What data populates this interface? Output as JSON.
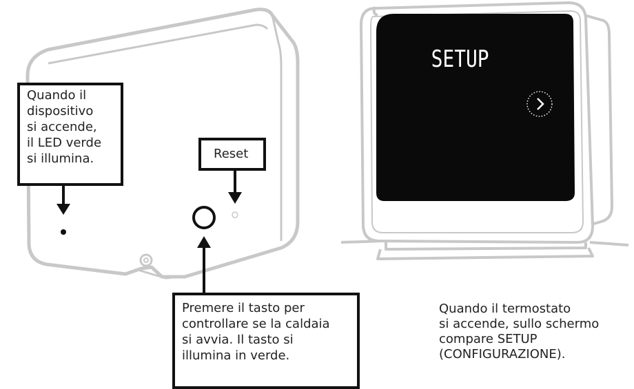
{
  "callouts": {
    "led": "Quando il\ndispositivo\nsi accende,\nil LED verde\nsi illumina.",
    "reset": "Reset",
    "button": "Premere il tasto per\ncontrollare se la caldaia\nsi avvia. Il tasto si\nillumina in verde."
  },
  "thermostat": {
    "screen_text": "SETUP",
    "caption": "Quando il termostato\nsi accende, sullo schermo\ncompare SETUP\n(CONFIGURAZIONE)."
  },
  "colors": {
    "outline": "#c8c8c8",
    "screen": "#0a0a0a",
    "callout_border": "#111111"
  },
  "icons": {
    "next": "chevron-right-icon"
  }
}
